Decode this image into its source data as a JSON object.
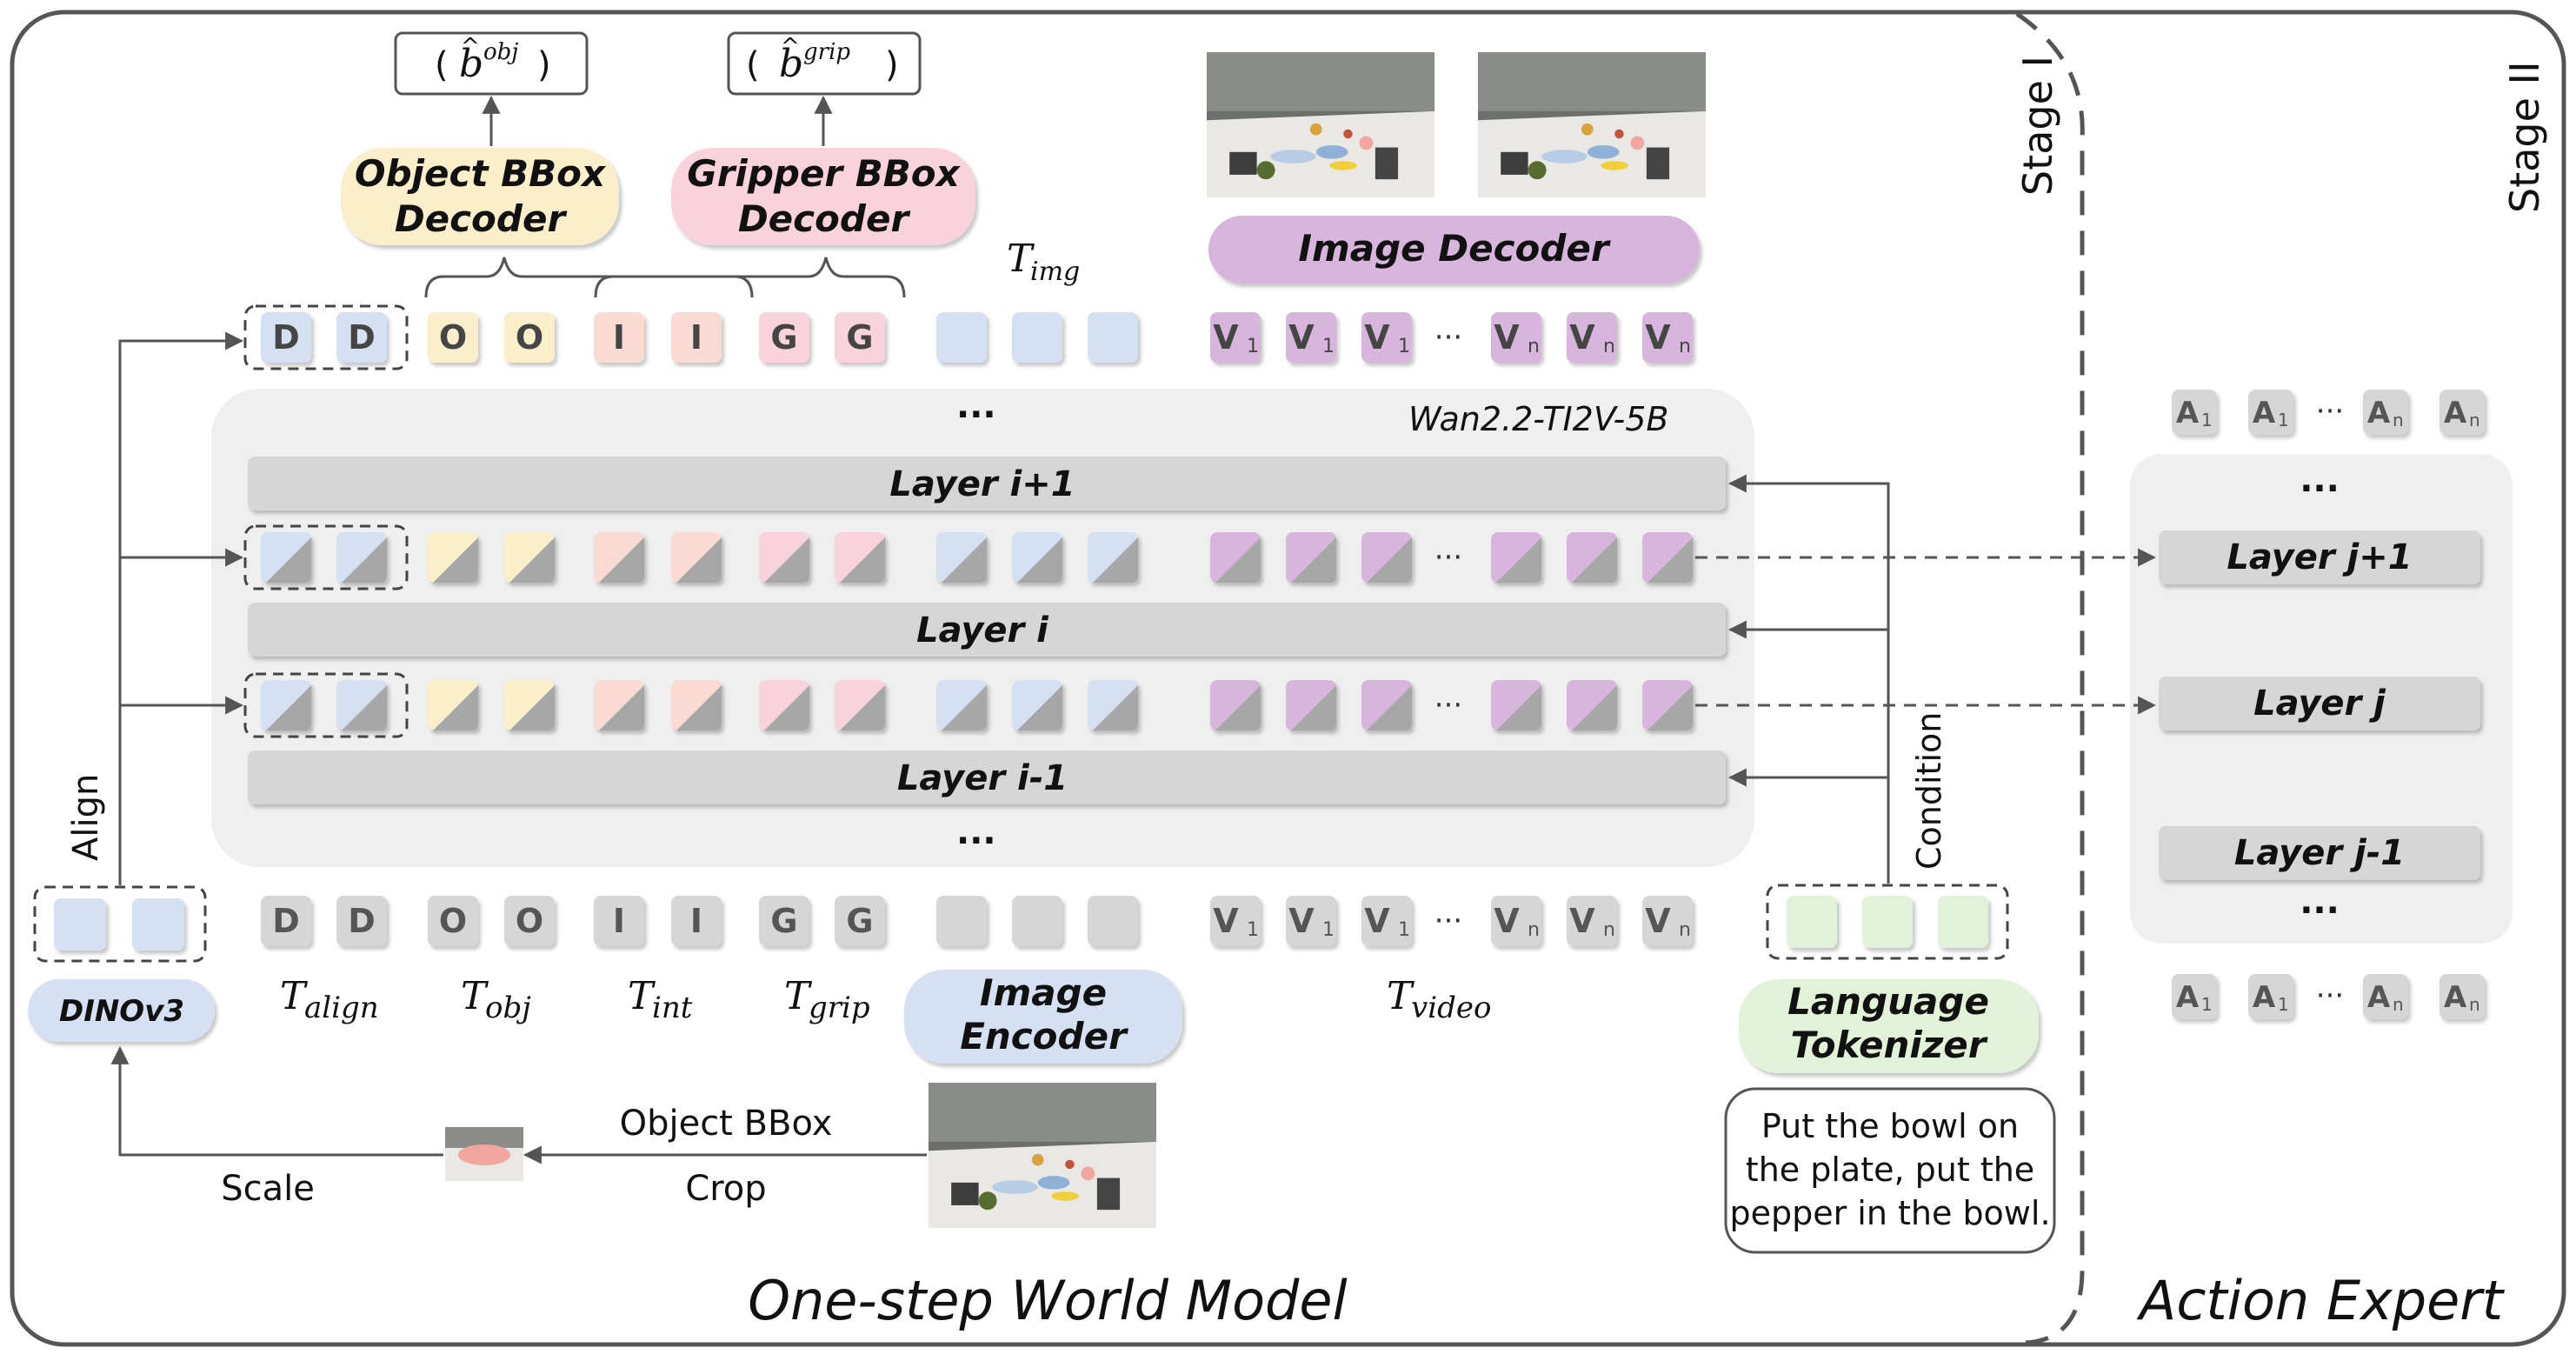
{
  "stages": {
    "stage1": "Stage I",
    "stage2": "Stage II"
  },
  "titles": {
    "world_model": "One-step World Model",
    "action_expert": "Action Expert"
  },
  "backbone": {
    "name": "Wan2.2-TI2V-5B",
    "ellipsis": "..."
  },
  "layers": {
    "top": "Layer i+1",
    "mid": "Layer i",
    "bot": "Layer i-1"
  },
  "action_layers": {
    "top": "Layer j+1",
    "mid": "Layer j",
    "bot": "Layer j-1"
  },
  "decoders": {
    "object_bbox": [
      "Object BBox",
      "Decoder"
    ],
    "gripper_bbox": [
      "Gripper BBox",
      "Decoder"
    ],
    "image": "Image Decoder"
  },
  "outputs": {
    "obj": "obj",
    "grip": "grip",
    "b": "b",
    "hat": "^"
  },
  "tokens": {
    "D": "D",
    "O": "O",
    "I": "I",
    "G": "G",
    "V1": "V",
    "Vn": "V",
    "sub1": "1",
    "subn": "n",
    "A": "A",
    "dots": "···"
  },
  "groups": {
    "align": "align",
    "obj": "obj",
    "int": "int",
    "grip": "grip",
    "img": "img",
    "video": "video",
    "T": "T"
  },
  "encoders": {
    "dino": "DINOv3",
    "image": [
      "Image",
      "Encoder"
    ],
    "language": [
      "Language",
      "Tokenizer"
    ]
  },
  "arrows": {
    "align": "Align",
    "condition": "Condition",
    "object_bbox": "Object BBox",
    "crop": "Crop",
    "scale": "Scale"
  },
  "instruction": [
    "Put the bowl on",
    "the plate, put the",
    "pepper in the bowl."
  ],
  "colors": {
    "blue": "#d5e0f2",
    "yellow": "#fbeecb",
    "salmon": "#fadbd3",
    "pink": "#f8d3dc",
    "purple": "#d8b5dc",
    "green": "#e2f2d9",
    "grey": "#d6d6d6",
    "dark_grey": "#a7a7a7",
    "panel": "#efefef"
  }
}
